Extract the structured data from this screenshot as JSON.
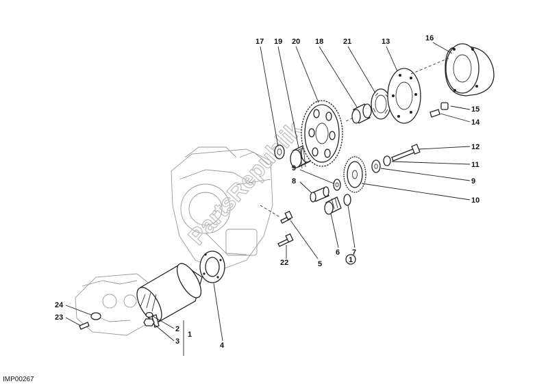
{
  "diagram": {
    "reference_code": "IMP00267",
    "watermark": "PartsRepublik",
    "callouts": [
      {
        "id": "c17",
        "label": "17"
      },
      {
        "id": "c19",
        "label": "19"
      },
      {
        "id": "c20",
        "label": "20"
      },
      {
        "id": "c18",
        "label": "18"
      },
      {
        "id": "c21",
        "label": "21"
      },
      {
        "id": "c13",
        "label": "13"
      },
      {
        "id": "c16",
        "label": "16"
      },
      {
        "id": "c15",
        "label": "15"
      },
      {
        "id": "c14",
        "label": "14"
      },
      {
        "id": "c12",
        "label": "12"
      },
      {
        "id": "c11",
        "label": "11"
      },
      {
        "id": "c9a",
        "label": "9"
      },
      {
        "id": "c9b",
        "label": "9"
      },
      {
        "id": "c8",
        "label": "8"
      },
      {
        "id": "c10",
        "label": "10"
      },
      {
        "id": "c5",
        "label": "5"
      },
      {
        "id": "c6",
        "label": "6"
      },
      {
        "id": "c7",
        "label": "7"
      },
      {
        "id": "c1circ",
        "label": "1"
      },
      {
        "id": "c22",
        "label": "22"
      },
      {
        "id": "c4",
        "label": "4"
      },
      {
        "id": "c24",
        "label": "24"
      },
      {
        "id": "c23",
        "label": "23"
      },
      {
        "id": "c2",
        "label": "2"
      },
      {
        "id": "c3",
        "label": "3"
      },
      {
        "id": "c1",
        "label": "1"
      }
    ]
  }
}
